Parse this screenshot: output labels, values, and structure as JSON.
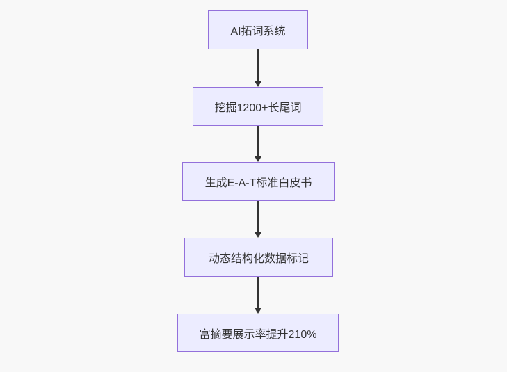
{
  "diagram": {
    "type": "flowchart",
    "direction": "top-down",
    "nodes": [
      {
        "id": "n1",
        "label": "AI拓词系统"
      },
      {
        "id": "n2",
        "label": "挖掘1200+长尾词"
      },
      {
        "id": "n3",
        "label": "生成E-A-T标准白皮书"
      },
      {
        "id": "n4",
        "label": "动态结构化数据标记"
      },
      {
        "id": "n5",
        "label": "富摘要展示率提升210%"
      }
    ],
    "edges": [
      {
        "from": "n1",
        "to": "n2",
        "style": "arrow-down"
      },
      {
        "from": "n2",
        "to": "n3",
        "style": "arrow-down"
      },
      {
        "from": "n3",
        "to": "n4",
        "style": "arrow-down"
      },
      {
        "from": "n4",
        "to": "n5",
        "style": "arrow-down"
      }
    ],
    "colors": {
      "node_fill": "#ECECFF",
      "node_border": "#9370DB",
      "arrow": "#333333",
      "text": "#333333",
      "background": "#F8F8F8"
    }
  }
}
